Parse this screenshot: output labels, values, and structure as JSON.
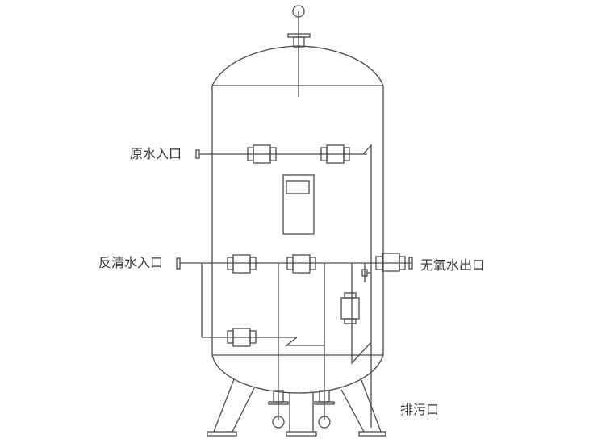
{
  "diagram": {
    "type": "deaerator-tank-schematic",
    "line_color": "#4a4a4a",
    "text_color": "#333333",
    "background": "#ffffff"
  },
  "labels": {
    "raw_water_inlet": "原水入口",
    "backwash_inlet": "反清水入口",
    "deoxygenated_outlet": "无氧水出口",
    "drain_outlet": "排污口"
  },
  "components": {
    "top_gauge": "pressure-gauge",
    "control_panel": "control-box",
    "valves_count": 6,
    "legs_count": 3,
    "bottom_gauges_count": 2
  }
}
